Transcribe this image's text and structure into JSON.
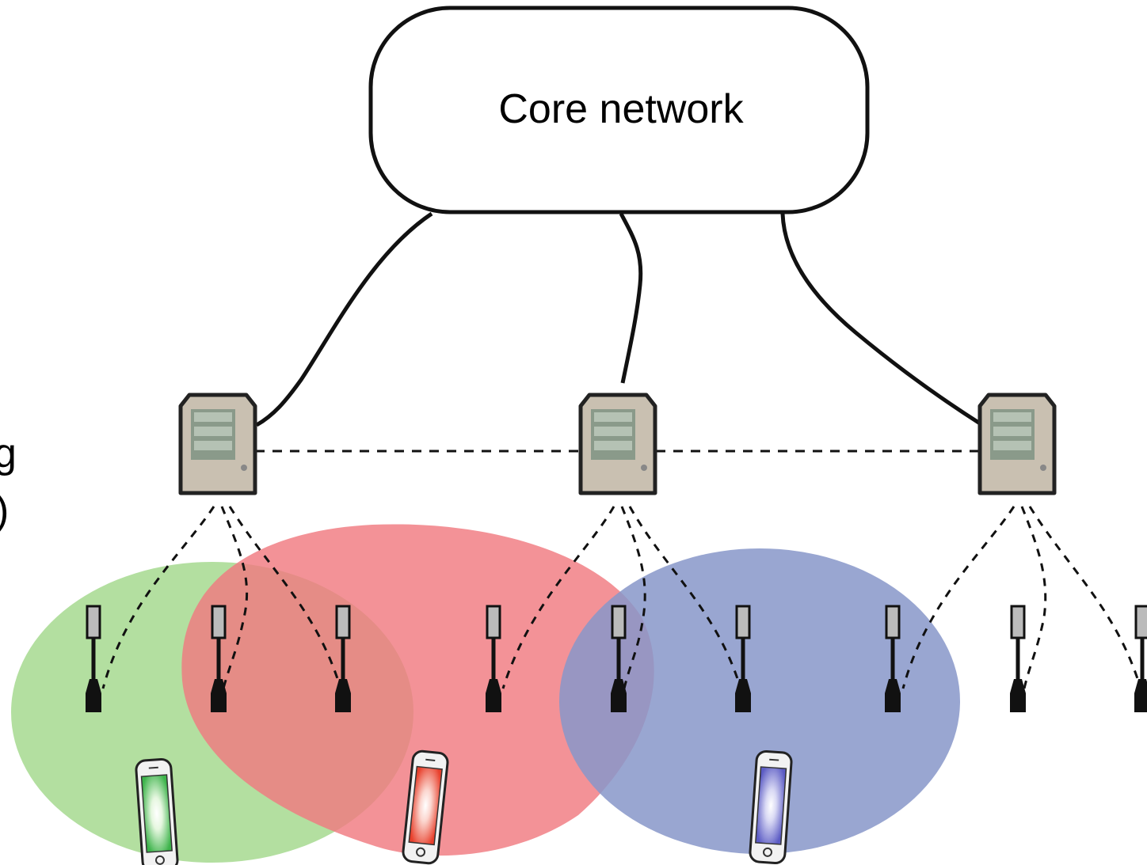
{
  "core_network": {
    "label": "Core network"
  },
  "edge_label_fragments": [
    "g",
    ")"
  ],
  "servers": [
    {
      "id": "server-left"
    },
    {
      "id": "server-center"
    },
    {
      "id": "server-right"
    }
  ],
  "antennas": [
    {
      "id": "antenna-1"
    },
    {
      "id": "antenna-2"
    },
    {
      "id": "antenna-3"
    },
    {
      "id": "antenna-4"
    },
    {
      "id": "antenna-5"
    },
    {
      "id": "antenna-6"
    },
    {
      "id": "antenna-7"
    },
    {
      "id": "antenna-8"
    },
    {
      "id": "antenna-9"
    }
  ],
  "clusters": [
    {
      "name": "green-cluster",
      "color": "#a6d98f"
    },
    {
      "name": "red-cluster",
      "color": "#f07a80"
    },
    {
      "name": "blue-cluster",
      "color": "#8796c9"
    }
  ],
  "phones": [
    {
      "name": "green-phone",
      "color": "#3cb34a"
    },
    {
      "name": "red-phone",
      "color": "#e8402c"
    },
    {
      "name": "blue-phone",
      "color": "#5b5bc4"
    }
  ]
}
